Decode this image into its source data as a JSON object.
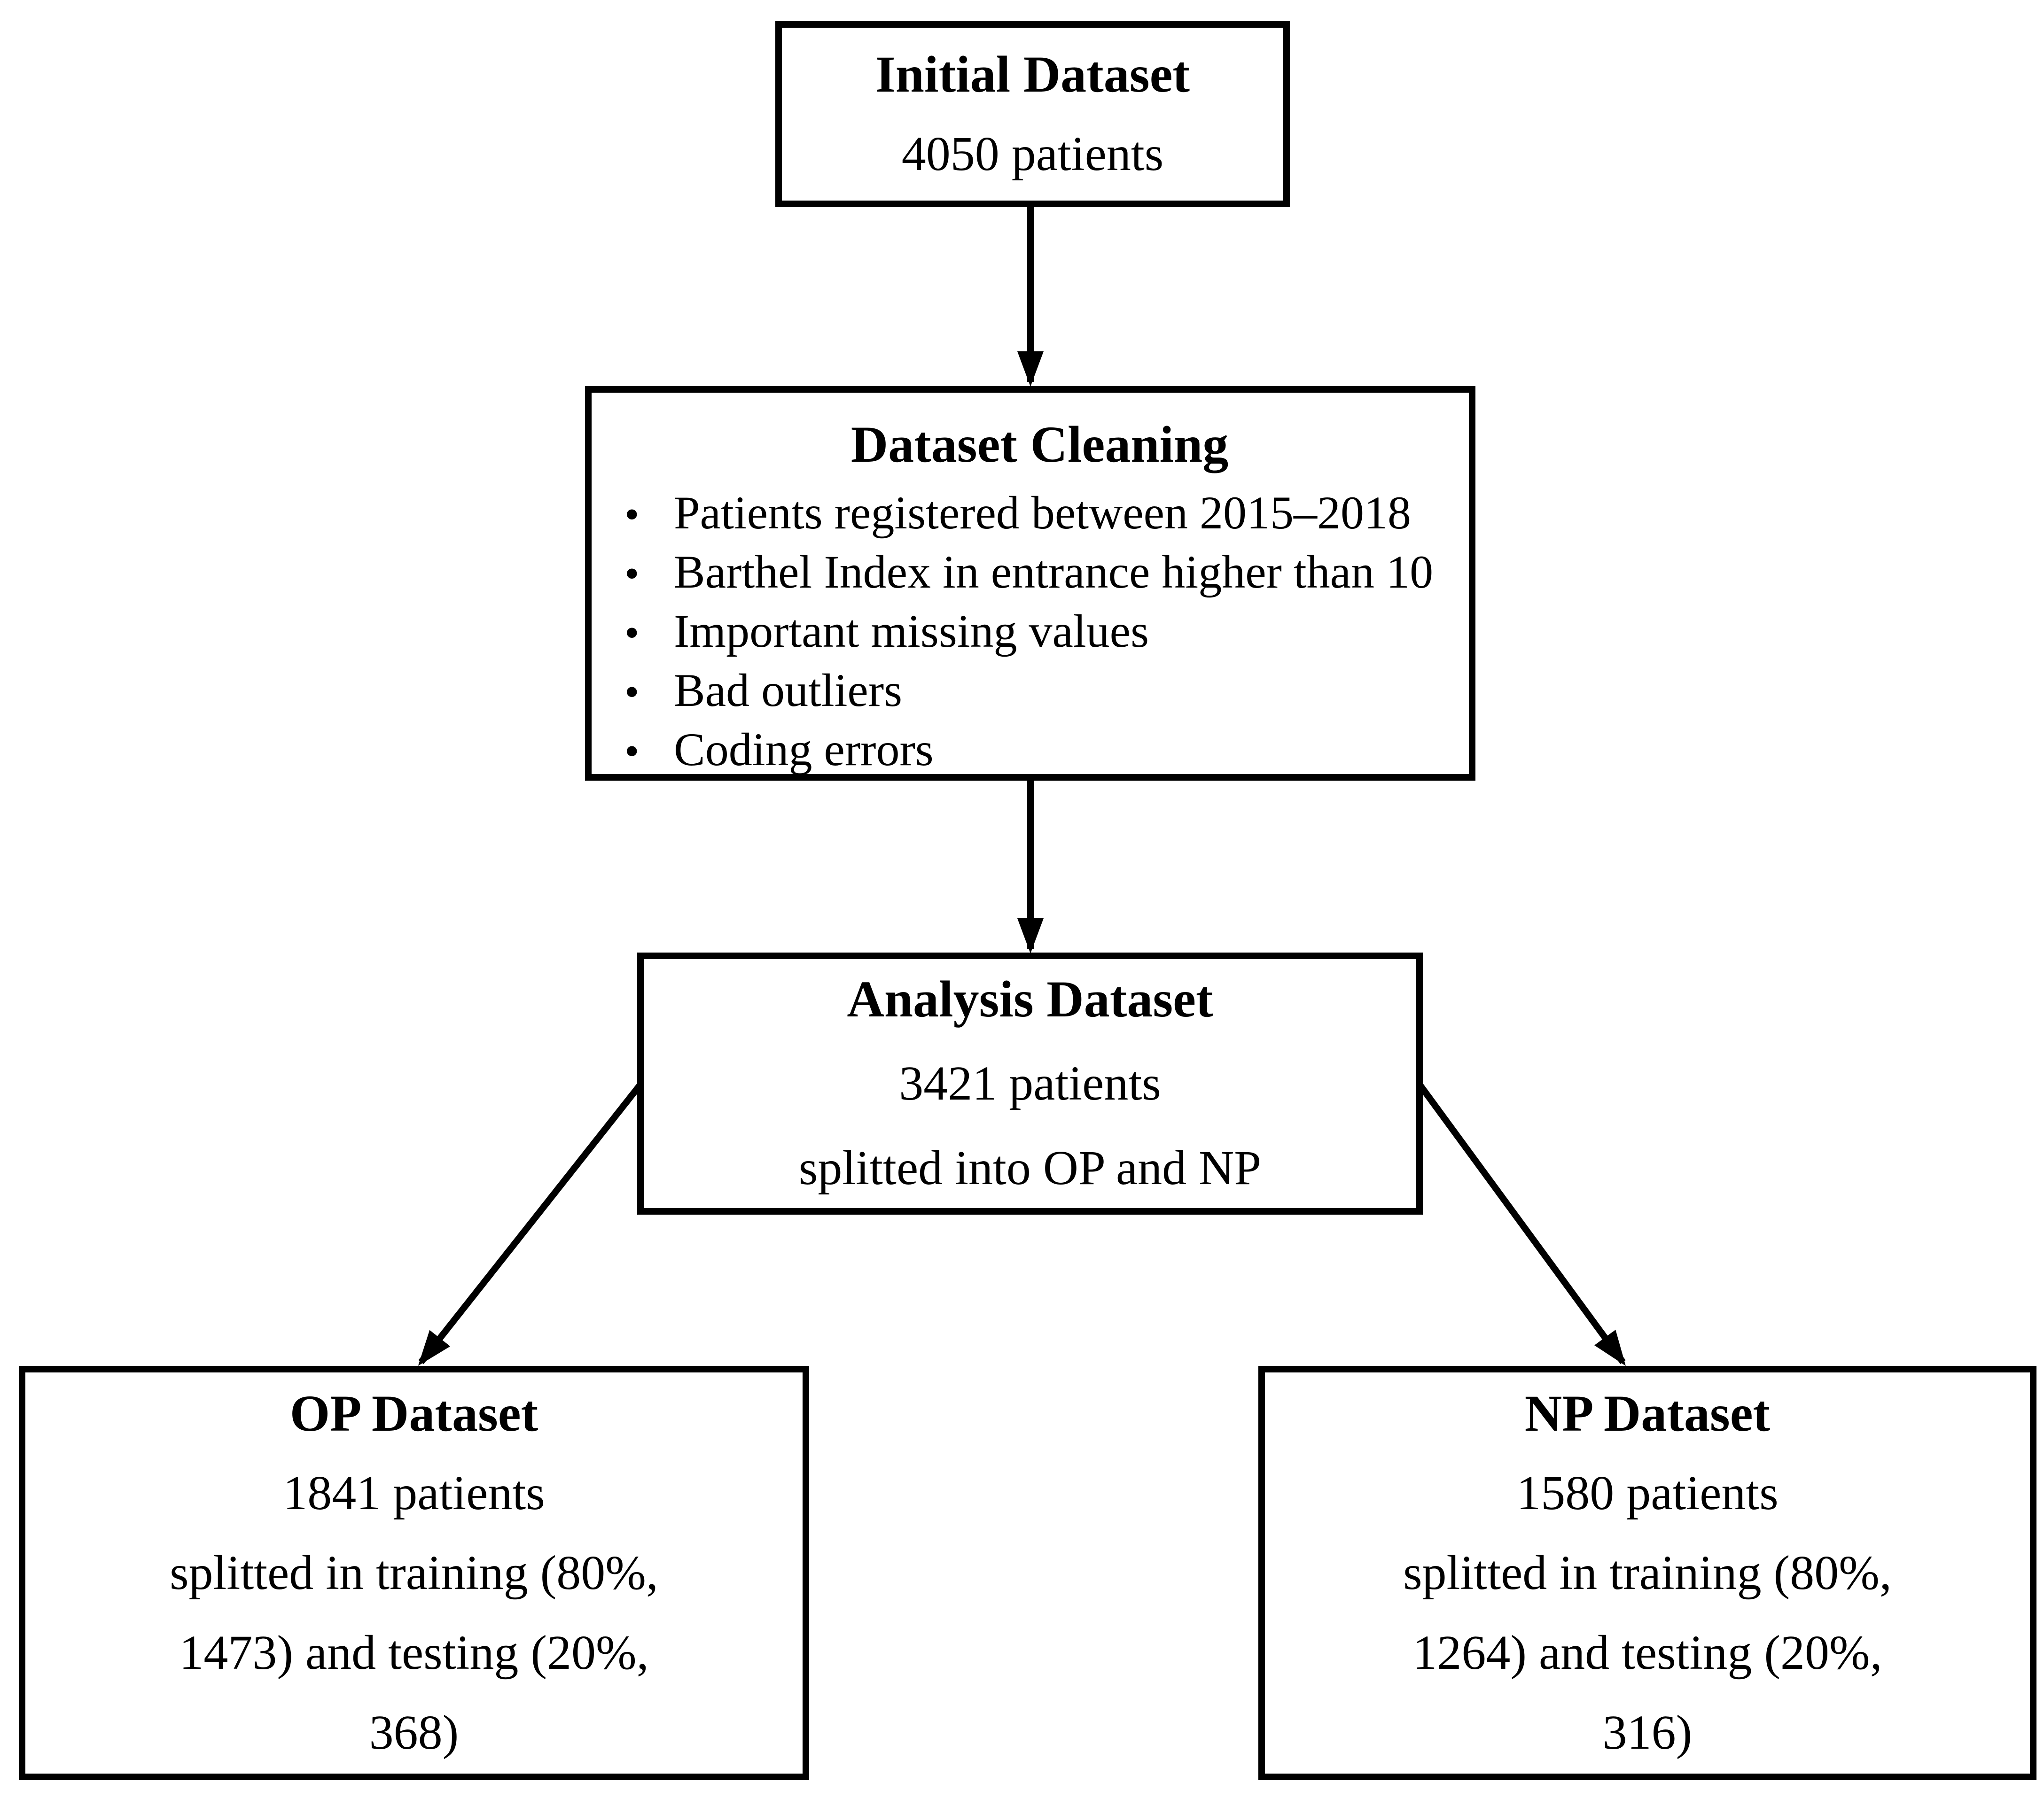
{
  "colors": {
    "stroke": "#000000",
    "background": "#ffffff"
  },
  "initial": {
    "title": "Initial Dataset",
    "line2": "4050 patients"
  },
  "cleaning": {
    "title": "Dataset Cleaning",
    "bullet_glyph": "•",
    "bullets": [
      "Patients registered between 2015–2018",
      "Barthel Index in entrance higher than 10",
      "Important missing values",
      "Bad outliers",
      "Coding errors"
    ]
  },
  "analysis": {
    "title": "Analysis Dataset",
    "line2": "3421 patients",
    "line3": "splitted into OP and NP"
  },
  "op": {
    "title": "OP Dataset",
    "lines": [
      "1841 patients",
      "splitted in training (80%,",
      "1473) and testing (20%,",
      "368)"
    ]
  },
  "np": {
    "title": "NP Dataset",
    "lines": [
      "1580 patients",
      "splitted in training (80%,",
      "1264) and testing (20%,",
      "316)"
    ]
  }
}
